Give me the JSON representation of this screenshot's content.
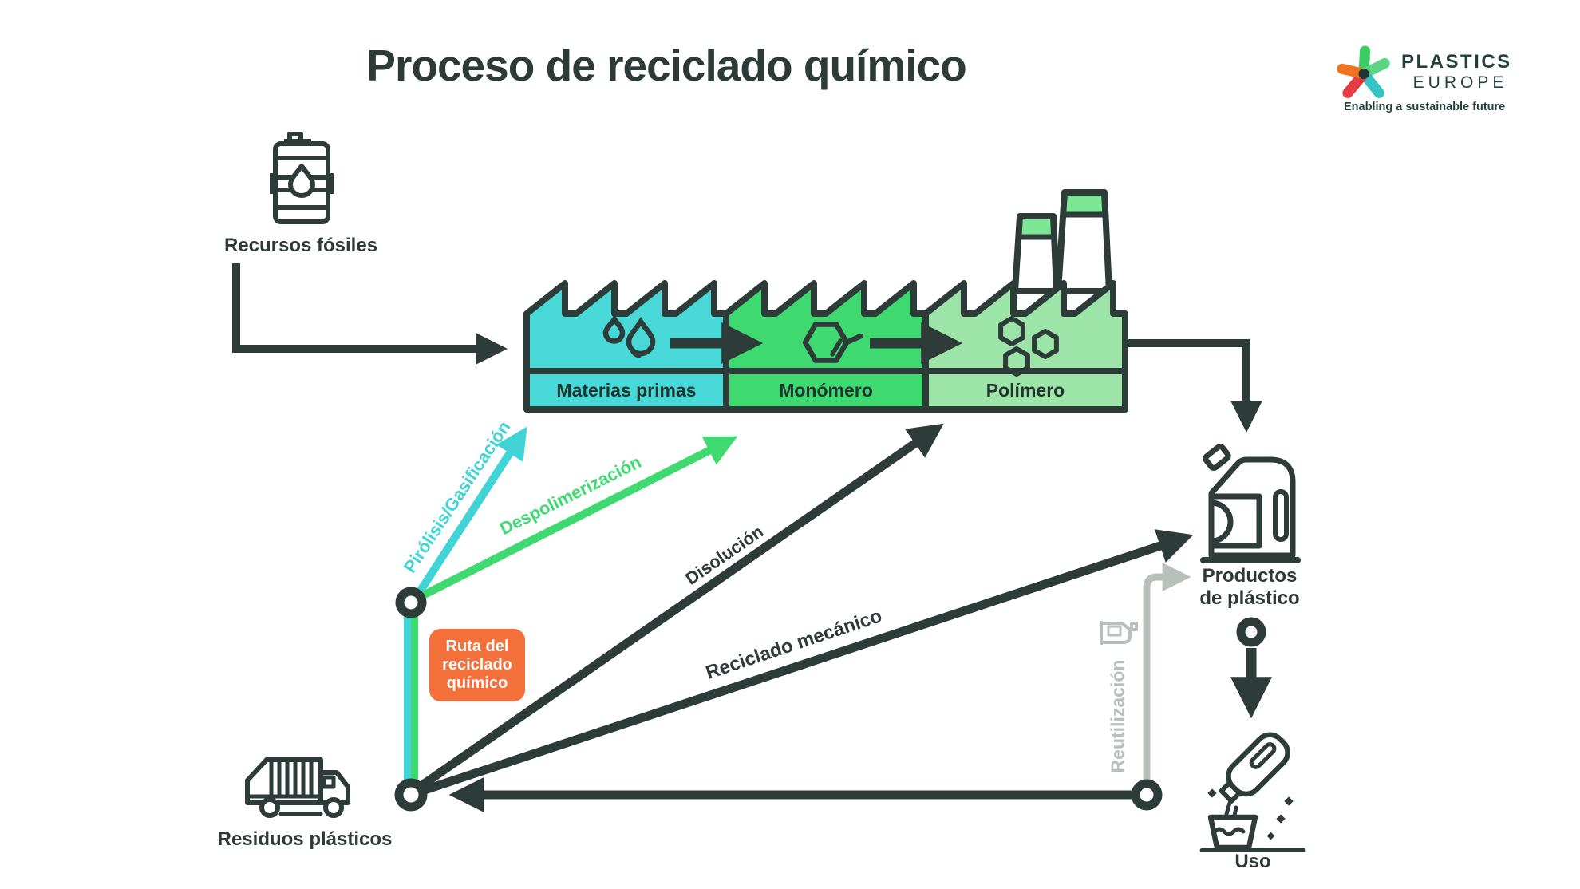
{
  "title": "Proceso de reciclado químico",
  "logo": {
    "brand_line1": "PLASTICS",
    "brand_line2": "EUROPE",
    "tagline": "Enabling a sustainable future",
    "mark": "five-arm-star-icon"
  },
  "stations": {
    "fossil_resources": {
      "label": "Recursos fósiles",
      "icon": "oil-barrel-icon"
    },
    "plastic_waste": {
      "label": "Residuos plásticos",
      "icon": "garbage-truck-icon"
    },
    "plastic_products": {
      "line1": "Productos",
      "line2": "de plástico",
      "icon": "detergent-bottle-icon"
    },
    "use": {
      "label": "Uso",
      "icon": "pouring-bottle-icon"
    }
  },
  "factory": {
    "sections": [
      {
        "label": "Materias primas",
        "fill": "#48d8d8",
        "icon": "droplets-icon"
      },
      {
        "label": "Monómero",
        "fill": "#3eda70",
        "icon": "monomer-hexagon-icon"
      },
      {
        "label": "Polímero",
        "fill": "#9ce4a7",
        "icon": "polymer-hexagons-icon"
      }
    ]
  },
  "routes": {
    "pyrolysis": {
      "label": "Pirólisis/Gasificación",
      "color": "#41d4d6"
    },
    "depolymerization": {
      "label": "Despolimerización",
      "color": "#3eda70"
    },
    "dissolution": {
      "label": "Disolución",
      "color": "#2d3b39"
    },
    "mechanical_recycling": {
      "label": "Reciclado mecánico",
      "color": "#2d3b39"
    },
    "reuse": {
      "label": "Reutilización",
      "color": "#b7c0bb"
    }
  },
  "chemical_route_badge": {
    "line1": "Ruta del",
    "line2": "reciclado",
    "line3": "químico",
    "color": "#f3703a"
  },
  "colors": {
    "ink": "#2d3b39",
    "cyan": "#41d4d6",
    "green": "#3eda70",
    "light_green": "#9ce4a7",
    "gray": "#b7c0bb",
    "orange": "#f3703a",
    "background": "#ffffff"
  }
}
